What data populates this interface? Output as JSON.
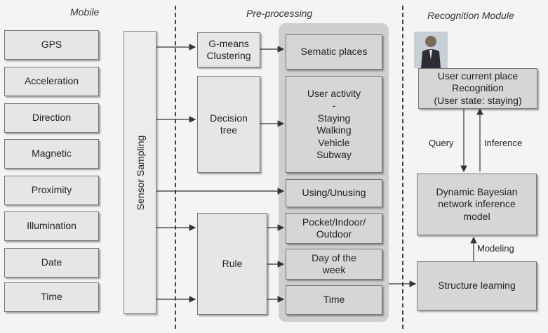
{
  "headers": {
    "mobile": "Mobile",
    "preprocessing": "Pre-processing",
    "recognition": "Recognition Module"
  },
  "sensors": [
    "GPS",
    "Acceleration",
    "Direction",
    "Magnetic",
    "Proximity",
    "Illumination",
    "Date",
    "Time"
  ],
  "sampling": "Sensor Sampling",
  "methods": {
    "gmeans": "G-means\nClustering",
    "decision_tree": "Decision\ntree",
    "rule": "Rule"
  },
  "outputs": {
    "semantic": "Sematic places",
    "activity": "User activity\n-\nStaying\nWalking\nVehicle\nSubway",
    "using": "Using/Unusing",
    "pocket": "Pocket/Indoor/\nOutdoor",
    "day": "Day of the\nweek",
    "time": "Time"
  },
  "recognition": {
    "place": "User current place\nRecognition\n(User state: staying)",
    "dbn": "Dynamic Bayesian\nnetwork inference\nmodel",
    "structure": "Structure learning",
    "query": "Query",
    "inference": "Inference",
    "modeling": "Modeling"
  },
  "colors": {
    "box": "#e6e6e6",
    "panel": "#cfcfcf",
    "line": "#333333"
  }
}
